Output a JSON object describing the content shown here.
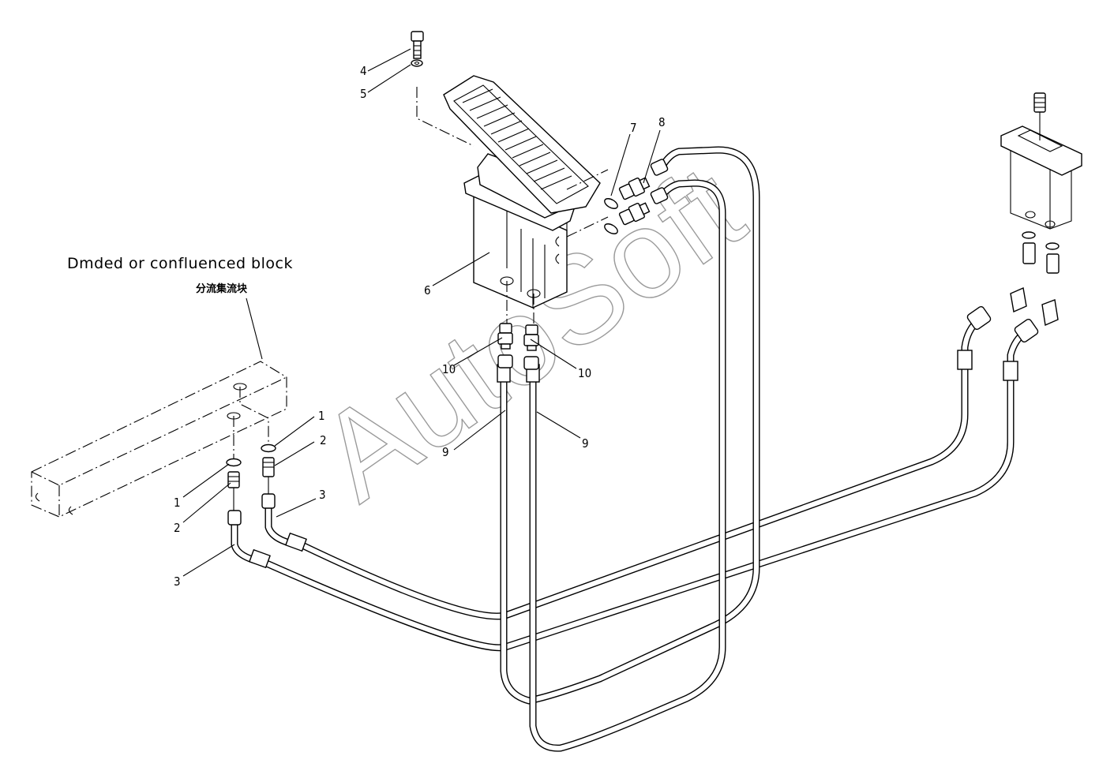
{
  "diagram": {
    "title": "Dmded or confluenced block",
    "subtitle": "分流集流块",
    "watermark": "AutoSoft",
    "callouts": {
      "c4": "4",
      "c5": "5",
      "c6": "6",
      "c7": "7",
      "c8": "8",
      "c10a": "10",
      "c10b": "10",
      "c9a": "9",
      "c9b": "9",
      "c1a": "1",
      "c2a": "2",
      "c3a": "3",
      "c1b": "1",
      "c2b": "2",
      "c3b": "3"
    }
  }
}
